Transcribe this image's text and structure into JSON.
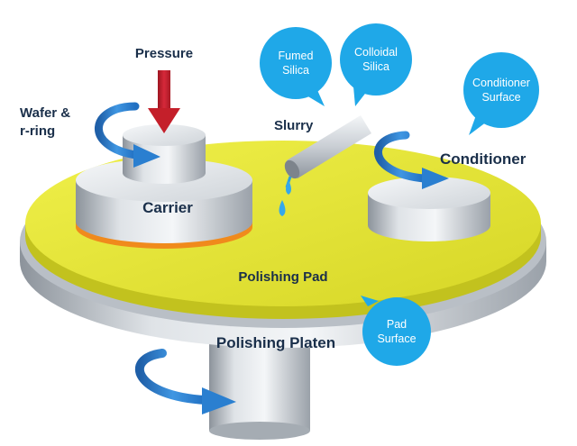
{
  "labels": {
    "pressure": "Pressure",
    "wafer_line1": "Wafer &",
    "wafer_line2": "r-ring",
    "slurry": "Slurry",
    "carrier": "Carrier",
    "conditioner": "Conditioner",
    "polishing_pad": "Polishing Pad",
    "polishing_platen": "Polishing Platen"
  },
  "bubbles": {
    "fumed_silica": [
      "Fumed",
      "Silica"
    ],
    "colloidal_silica": [
      "Colloidal",
      "Silica"
    ],
    "conditioner_surface": [
      "Conditioner",
      "Surface"
    ],
    "pad_surface": [
      "Pad",
      "Surface"
    ]
  },
  "colors": {
    "pad": "#e2e236",
    "platen": "#c9ced4",
    "bubble": "#1fa8e8",
    "arrow_blue": "#2a7fd0",
    "pressure_arrow": "#c41f2a",
    "carrier_ring": "#f08a1c",
    "text_dark": "#1a2f4a"
  }
}
